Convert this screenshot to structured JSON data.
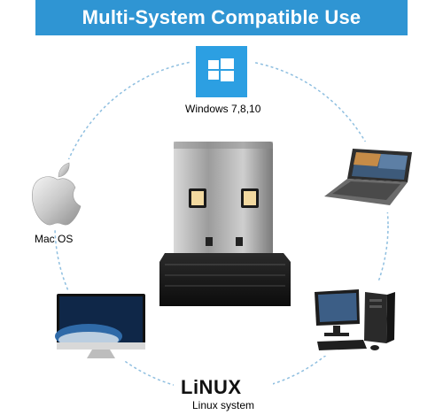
{
  "header": {
    "title": "Multi-System Compatible Use"
  },
  "systems": {
    "windows": {
      "label": "Windows 7,8,10",
      "icon": "windows-logo-icon",
      "tile_color": "#2c9fe2"
    },
    "mac": {
      "label": "Mac OS",
      "icon": "apple-logo-icon"
    },
    "linux": {
      "logo_text": "LiNUX",
      "label": "Linux system",
      "icon": "linux-logo"
    },
    "laptop": {
      "icon": "laptop-icon"
    },
    "desktop": {
      "icon": "desktop-pc-icon"
    },
    "imac": {
      "icon": "imac-icon"
    }
  },
  "product": {
    "icon": "usb-nano-adapter"
  },
  "colors": {
    "accent": "#2f95d3",
    "circle": "#8fbfe0"
  }
}
